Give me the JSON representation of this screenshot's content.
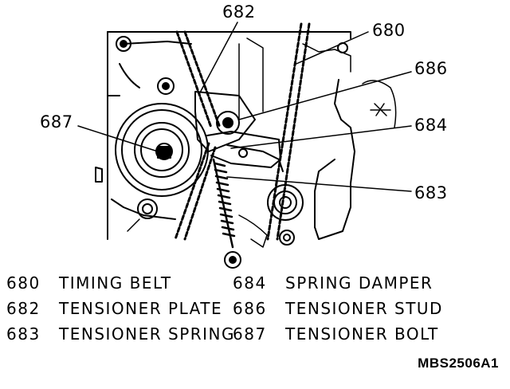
{
  "callouts": {
    "c680": "680",
    "c682": "682",
    "c683": "683",
    "c684": "684",
    "c686": "686",
    "c687": "687"
  },
  "legend": [
    {
      "number": "680",
      "name": "TIMING BELT"
    },
    {
      "number": "682",
      "name": "TENSIONER PLATE"
    },
    {
      "number": "683",
      "name": "TENSIONER SPRING"
    },
    {
      "number": "684",
      "name": "SPRING DAMPER"
    },
    {
      "number": "686",
      "name": "TENSIONER STUD"
    },
    {
      "number": "687",
      "name": "TENSIONER BOLT"
    }
  ],
  "figure_id": "MBS2506A1"
}
